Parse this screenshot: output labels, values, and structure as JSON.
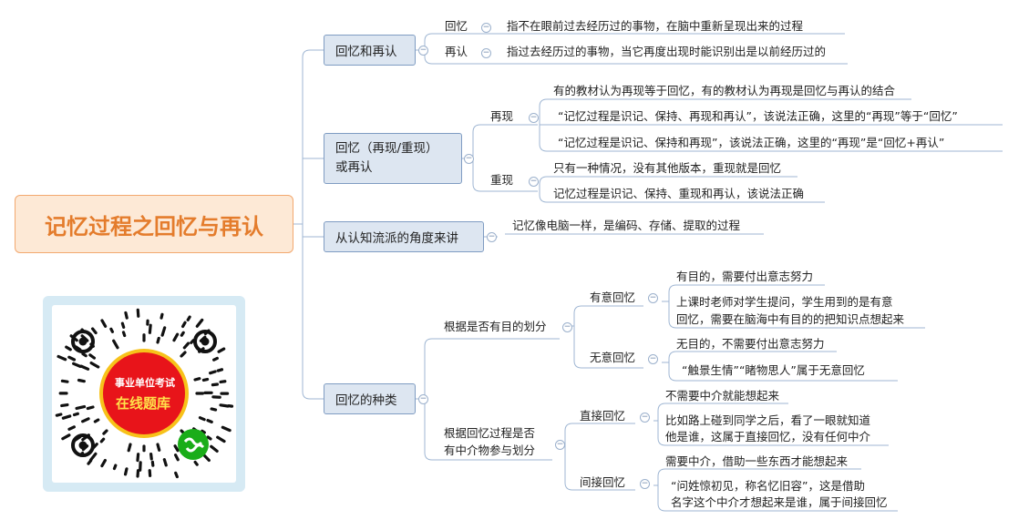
{
  "root": {
    "title": "记忆过程之回忆与再认"
  },
  "colors": {
    "root_text": "#e47c2c",
    "root_fill": "#fde9d6",
    "node_fill": "#dde6f1",
    "node_border": "#7f9cc2",
    "line": "#9fb6d3"
  },
  "branches": {
    "b1": {
      "label": "回忆和再认",
      "recall": {
        "label": "回忆",
        "text": "指不在眼前过去经历过的事物，在脑中重新呈现出来的过程"
      },
      "recog": {
        "label": "再认",
        "text": "指过去经历过的事物，当它再度出现时能识别出是以前经历过的"
      }
    },
    "b2": {
      "label_l1": "回忆（再现/重现）",
      "label_l2": "或再认",
      "zaixian": {
        "label": "再现",
        "items": [
          "有的教材认为再现等于回忆，有的教材认为再现是回忆与再认的结合",
          "“记忆过程是识记、保持、再现和再认”，该说法正确，这里的“再现”等于“回忆”",
          "“记忆过程是识记、保持和再现”，该说法正确，这里的“再现”是“回忆+再认”"
        ]
      },
      "chongxian": {
        "label": "重现",
        "items": [
          "只有一种情况，没有其他版本，重现就是回忆",
          "记忆过程是识记、保持、重现和再认，该说法正确"
        ]
      }
    },
    "b3": {
      "label": "从认知流派的角度来讲",
      "text": "记忆像电脑一样，是编码、存储、提取的过程"
    },
    "b4": {
      "label": "回忆的种类",
      "purpose": {
        "label": "根据是否有目的划分",
        "intentional": {
          "label": "有意回忆",
          "t1": "有目的，需要付出意志努力",
          "t2_l1": "上课时老师对学生提问，学生用到的是有意",
          "t2_l2": "回忆，需要在脑海中有目的的把知识点想起来"
        },
        "unintentional": {
          "label": "无意回忆",
          "t1": "无目的，不需要付出意志努力",
          "t2": "“触景生情”“睹物思人”属于无意回忆"
        }
      },
      "medium": {
        "label_l1": "根据回忆过程是否",
        "label_l2": "有中介物参与划分",
        "direct": {
          "label": "直接回忆",
          "t1": "不需要中介就能想起来",
          "t2_l1": "比如路上碰到同学之后，看了一眼就知道",
          "t2_l2": "他是谁，这属于直接回忆，没有任何中介"
        },
        "indirect": {
          "label": "间接回忆",
          "t1": "需要中介，借助一些东西才能想起来",
          "t2_l1": "“问姓惊初见，称名忆旧容”，这是借助",
          "t2_l2": "名字这个中介才想起来是谁，属于间接回忆"
        }
      }
    }
  },
  "qr": {
    "badge_l1": "事业单位考试",
    "badge_l2": "在线题库",
    "badge_color": "#e8141a",
    "badge_ring": "#f7c21a",
    "logo_color": "#1aad19"
  }
}
